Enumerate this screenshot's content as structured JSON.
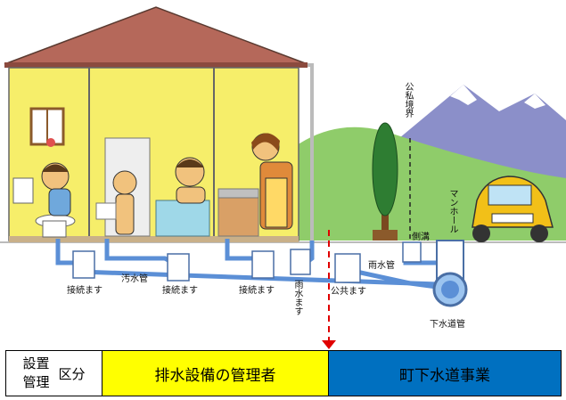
{
  "labels": {
    "connection_box_1": "接続ます",
    "sewage_pipe": "汚水管",
    "connection_box_2": "接続ます",
    "connection_box_3": "接続ます",
    "rainwater_box": "雨水ます",
    "public_box": "公共ます",
    "rain_pipe": "雨水管",
    "boundary": "公私境界",
    "side_ditch": "側溝",
    "manhole": "マンホール",
    "sewer_pipe": "下水道管"
  },
  "legend": {
    "category_top": "設置",
    "category_bottom": "管理",
    "category_side": "区分",
    "owner_label": "排水設備の管理者",
    "public_label": "町下水道事業"
  },
  "colors": {
    "owner_zone": "#ffff00",
    "public_zone": "#0070c0",
    "wall": "#f6ee6a",
    "roof": "#b5685a",
    "grass": "#8fcc6a",
    "pipe": "#5b8fd6",
    "boundary_arrow": "#e00000"
  },
  "icons": {
    "house": "house-illustration",
    "car": "car-illustration",
    "tree": "tree-illustration",
    "mountain": "mountain-illustration",
    "arrow": "arrow-down-icon"
  }
}
